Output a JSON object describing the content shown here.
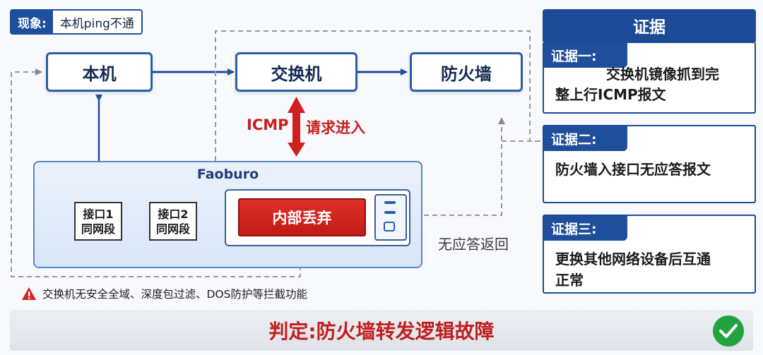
{
  "symptom": {
    "label": "现象:",
    "value": "本机ping不通"
  },
  "nodes": {
    "host": "本机",
    "switch": "交换机",
    "firewall": "防火墙"
  },
  "icmp": {
    "left": "ICMP",
    "right": "请求进入"
  },
  "faoburo": {
    "title": "Faoburo",
    "port1": {
      "line1": "接口1",
      "line2": "同网段"
    },
    "port2": {
      "line1": "接口2",
      "line2": "同网段"
    },
    "discard": "内部丢弃"
  },
  "no_reply": "无应答返回",
  "warning": "交换机无安全全域、深度包过滤、DOS防护等拦截功能",
  "verdict": "判定:防火墙转发逻辑故障",
  "evidence": {
    "header": "证据",
    "items": [
      {
        "tag": "证据一:",
        "line1": "交换机镜像抓到完",
        "line2": "整上行ICMP报文"
      },
      {
        "tag": "证据二:",
        "line1": "防火墙入接口无应答报文"
      },
      {
        "tag": "证据三:",
        "line1": "更换其他网络设备后互通",
        "line2": "正常"
      }
    ]
  },
  "colors": {
    "primary": "#1f4e9a",
    "alert": "#c91e1e",
    "ok": "#22a340"
  }
}
